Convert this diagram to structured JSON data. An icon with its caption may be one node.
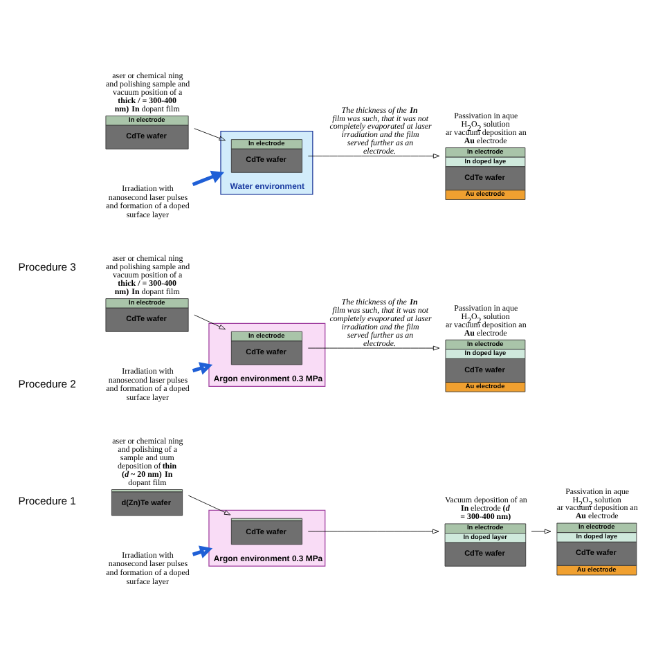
{
  "diagram": {
    "nodes": [
      {
        "text": [
          "d(Zn)Te wafer"
        ],
        "beside": [
          "aser or chemical ning and polishing of a sample and uum deposition of **thin (*d* ~ 20 nm)** **In** dopant film"
        ]
      },
      {
        "text": [
          "Irradiation with nanosecond laser pulses and formation of a doped surface layer"
        ]
      },
      {
        "text": [
          "Argon environment 0.3 MPa"
        ]
      },
      {
        "text": [
          "CdTe wafer"
        ],
        "in": 2
      },
      {
        "text": [
          "In electrode",
          "In doped layer",
          "CdTe wafer"
        ],
        "beside": [
          "Vacuum deposition of an **In** electrode **(*d* = 300-400 nm)**"
        ]
      },
      {
        "text": [
          "In electrode",
          "In doped laye",
          "CdTe wafer",
          "Au electrode"
        ],
        "beside": [
          "Passivation in aque H$_{2}$O$_{2}$ solution ar vacuum deposition an **Au** electrode"
        ]
      },
      {
        "text": [
          "In electrode",
          "CdTe wafer"
        ],
        "beside": [
          "aser or chemical ning and polishing sample and vacuum position of a **thick** **/ = 300-400 nm)** **In** dopant film"
        ]
      },
      {
        "text": [
          "Irradiation with nanosecond laser pulses and formation of a doped surface layer"
        ]
      },
      {
        "text": [
          "Argon environment 0.3 MPa"
        ]
      },
      {
        "text": [
          "In electrode",
          "CdTe wafer"
        ],
        "in": 8
      },
      {
        "text": [
          "In electrode",
          "In doped laye",
          "CdTe wafer",
          "Au electrode"
        ],
        "beside": [
          "Passivation in aque H$_{2}$O$_{2}$ solution ar vacuum deposition an **Au** electrode"
        ]
      },
      {
        "text": [
          "In electrode",
          "CdTe wafer"
        ],
        "beside": [
          "aser or chemical ning and polishing sample and vacuum position of a **thick** **/ = 300-400 nm)** **In** dopant film"
        ]
      },
      {
        "text": [
          "Irradiation with nanosecond laser pulses and formation of a doped surface layer"
        ]
      },
      {
        "text": [
          "Water environment"
        ]
      },
      {
        "text": [
          "In electrode",
          "CdTe wafer"
        ],
        "in": 13
      },
      {
        "text": [
          "In electrode",
          "In doped laye",
          "CdTe wafer",
          "Au electrode"
        ],
        "beside": [
          "Passivation in aque H$_{2}$O$_{2}$ solution ar vacuum deposition an **Au** electrode"
        ]
      }
    ],
    "edges": [
      {
        "from": 0,
        "to": 3,
        "arrow": "to"
      },
      {
        "from": 1,
        "to": 2,
        "arrow": "to",
        "style": "thick",
        "color": "#1f5fd6"
      },
      {
        "from": 3,
        "to": 4,
        "arrow": "to"
      },
      {
        "from": 4,
        "to": 5,
        "arrow": "to"
      },
      {
        "from": 6,
        "to": 9,
        "arrow": "to"
      },
      {
        "from": 7,
        "to": 8,
        "arrow": "to",
        "style": "thick",
        "color": "#1f5fd6"
      },
      {
        "from": 9,
        "to": 10,
        "arrow": "to",
        "label": "The thickness of the **In** film was such, that it was not completely evaporated at laser irradiation and the film served further as an electrode."
      },
      {
        "from": 11,
        "to": 14,
        "arrow": "to"
      },
      {
        "from": 12,
        "to": 13,
        "arrow": "to",
        "style": "thick",
        "color": "#1f5fd6"
      },
      {
        "from": 14,
        "to": 15,
        "arrow": "to",
        "label": "The thickness of the **In** film was such, that it was not completely evaporated at laser irradiation and the film served further as an electrode."
      }
    ],
    "labels": [
      "Procedure 1",
      "Procedure 2",
      "Procedure 3"
    ]
  }
}
